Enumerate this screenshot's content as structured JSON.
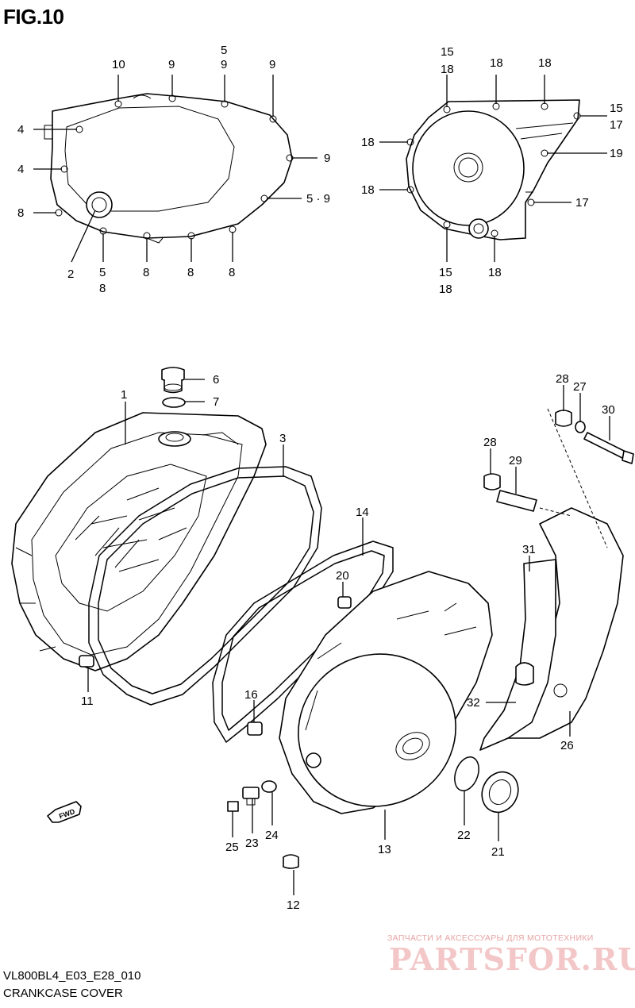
{
  "header": {
    "figure": "FIG.10"
  },
  "callouts": {
    "top_left": {
      "c10": "10",
      "c9a": "9",
      "c5a": "5",
      "c9b": "9",
      "c9c": "9",
      "c4a": "4",
      "c4b": "4",
      "c9d": "9",
      "c59": "5 · 9",
      "c8a": "8",
      "c2": "2",
      "c5b": "5",
      "c8b": "8",
      "c8c": "8",
      "c8d": "8",
      "c8e": "8"
    },
    "top_right": {
      "c15a": "15",
      "c18a": "18",
      "c18b": "18",
      "c18c": "18",
      "c15b": "15",
      "c17a": "17",
      "c18d": "18",
      "c19": "19",
      "c18e": "18",
      "c17b": "17",
      "c15c": "15",
      "c18f": "18",
      "c18g": "18"
    },
    "main": {
      "c6": "6",
      "c7": "7",
      "c1": "1",
      "c3": "3",
      "c28a": "28",
      "c27": "27",
      "c30": "30",
      "c28b": "28",
      "c29": "29",
      "c14": "14",
      "c31": "31",
      "c20": "20",
      "c11": "11",
      "c16": "16",
      "c32": "32",
      "c26": "26",
      "c25": "25",
      "c23": "23",
      "c24": "24",
      "c13": "13",
      "c22": "22",
      "c21": "21",
      "c12": "12"
    }
  },
  "fwd_label": "FWD",
  "watermark": {
    "tagline": "ЗАПЧАСТИ И АКСЕССУАРЫ ДЛЯ МОТОТЕХНИКИ",
    "brand": "PARTSFOR.RU"
  },
  "footer": {
    "code": "VL800BL4_E03_E28_010",
    "caption": "CRANKCASE COVER"
  }
}
